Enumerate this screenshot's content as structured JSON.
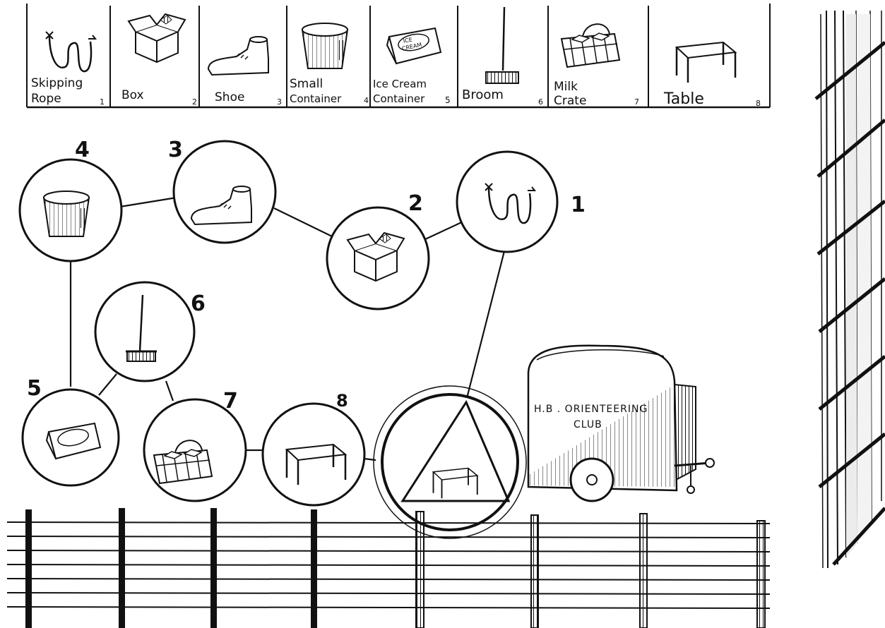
{
  "legend": {
    "cells": [
      {
        "label_lines": [
          "Skipping",
          "Rope"
        ],
        "number": "1",
        "icon": "skipping-rope-icon"
      },
      {
        "label_lines": [
          "Box"
        ],
        "number": "2",
        "icon": "box-icon"
      },
      {
        "label_lines": [
          "Shoe"
        ],
        "number": "3",
        "icon": "shoe-icon"
      },
      {
        "label_lines": [
          "Small",
          "Container"
        ],
        "number": "4",
        "icon": "small-container-icon"
      },
      {
        "label_lines": [
          "Ice Cream",
          "Container"
        ],
        "number": "5",
        "icon": "ice-cream-container-icon"
      },
      {
        "label_lines": [
          "Broom"
        ],
        "number": "6",
        "icon": "broom-icon"
      },
      {
        "label_lines": [
          "Milk",
          "Crate"
        ],
        "number": "7",
        "icon": "milk-crate-icon"
      },
      {
        "label_lines": [
          "Table"
        ],
        "number": "8",
        "icon": "table-icon"
      }
    ],
    "ice_cream_icon_text": [
      "ICE",
      "CREAM"
    ]
  },
  "course": {
    "controls": [
      {
        "number": "1",
        "icon": "skipping-rope-icon"
      },
      {
        "number": "2",
        "icon": "box-icon"
      },
      {
        "number": "3",
        "icon": "shoe-icon"
      },
      {
        "number": "4",
        "icon": "small-container-icon"
      },
      {
        "number": "5",
        "icon": "ice-cream-container-icon"
      },
      {
        "number": "6",
        "icon": "broom-icon"
      },
      {
        "number": "7",
        "icon": "milk-crate-icon"
      },
      {
        "number": "8",
        "icon": "table-icon"
      }
    ],
    "start_icon": "start-triangle-icon"
  },
  "trailer": {
    "line1": "H.B . ORIENTEERING",
    "line2": "CLUB"
  },
  "colors": {
    "ink": "#111111",
    "paper": "#ffffff",
    "fill": "#e8e8e8"
  }
}
